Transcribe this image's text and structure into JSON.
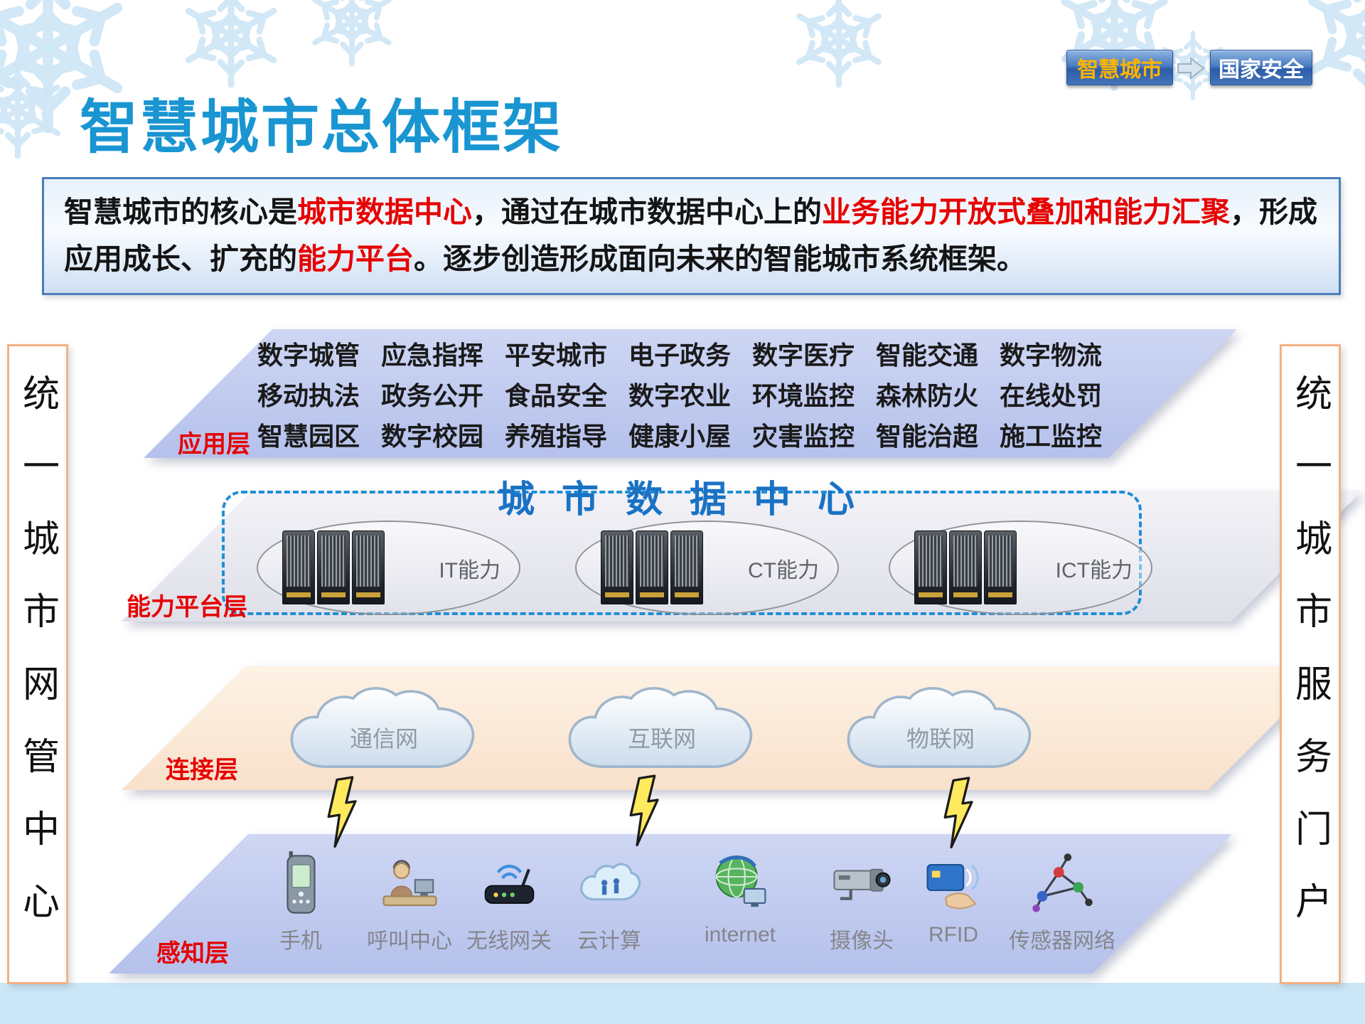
{
  "colors": {
    "accent_red": "#e60000",
    "title_blue": "#1995d2",
    "dashed_blue": "#1e8fd5",
    "tag_text_orange": "#ffb400"
  },
  "nav": {
    "smart_city": "智慧城市",
    "national_security": "国家安全"
  },
  "title": "智慧城市总体框架",
  "intro": {
    "segments": [
      "智慧城市的核心是",
      "城市数据中心",
      "，通过在城市数据中心上的",
      "业务能力开放式叠加和能力汇聚",
      "，形成应用成长、扩充的",
      "能力平台",
      "。逐步创造形成面向未来的智能城市系统框架。"
    ]
  },
  "side_panels": {
    "left": "统一城市网管中心",
    "right": "统一城市服务门户"
  },
  "layers": {
    "application": {
      "label": "应用层",
      "rows": [
        [
          "数字城管",
          "应急指挥",
          "平安城市",
          "电子政务",
          "数字医疗",
          "智能交通",
          "数字物流"
        ],
        [
          "移动执法",
          "政务公开",
          "食品安全",
          "数字农业",
          "环境监控",
          "森林防火",
          "在线处罚"
        ],
        [
          "智慧园区",
          "数字校园",
          "养殖指导",
          "健康小屋",
          "灾害监控",
          "智能治超",
          "施工监控"
        ]
      ]
    },
    "capability": {
      "label": "能力平台层",
      "center_title": "城市数据中心",
      "nodes": [
        {
          "label": "IT能力"
        },
        {
          "label": "CT能力"
        },
        {
          "label": "ICT能力"
        }
      ]
    },
    "connection": {
      "label": "连接层",
      "clouds": [
        "通信网",
        "互联网",
        "物联网"
      ]
    },
    "perception": {
      "label": "感知层",
      "devices": [
        "手机",
        "呼叫中心",
        "无线网关",
        "云计算",
        "internet",
        "摄像头",
        "RFID",
        "传感器网络"
      ]
    }
  }
}
